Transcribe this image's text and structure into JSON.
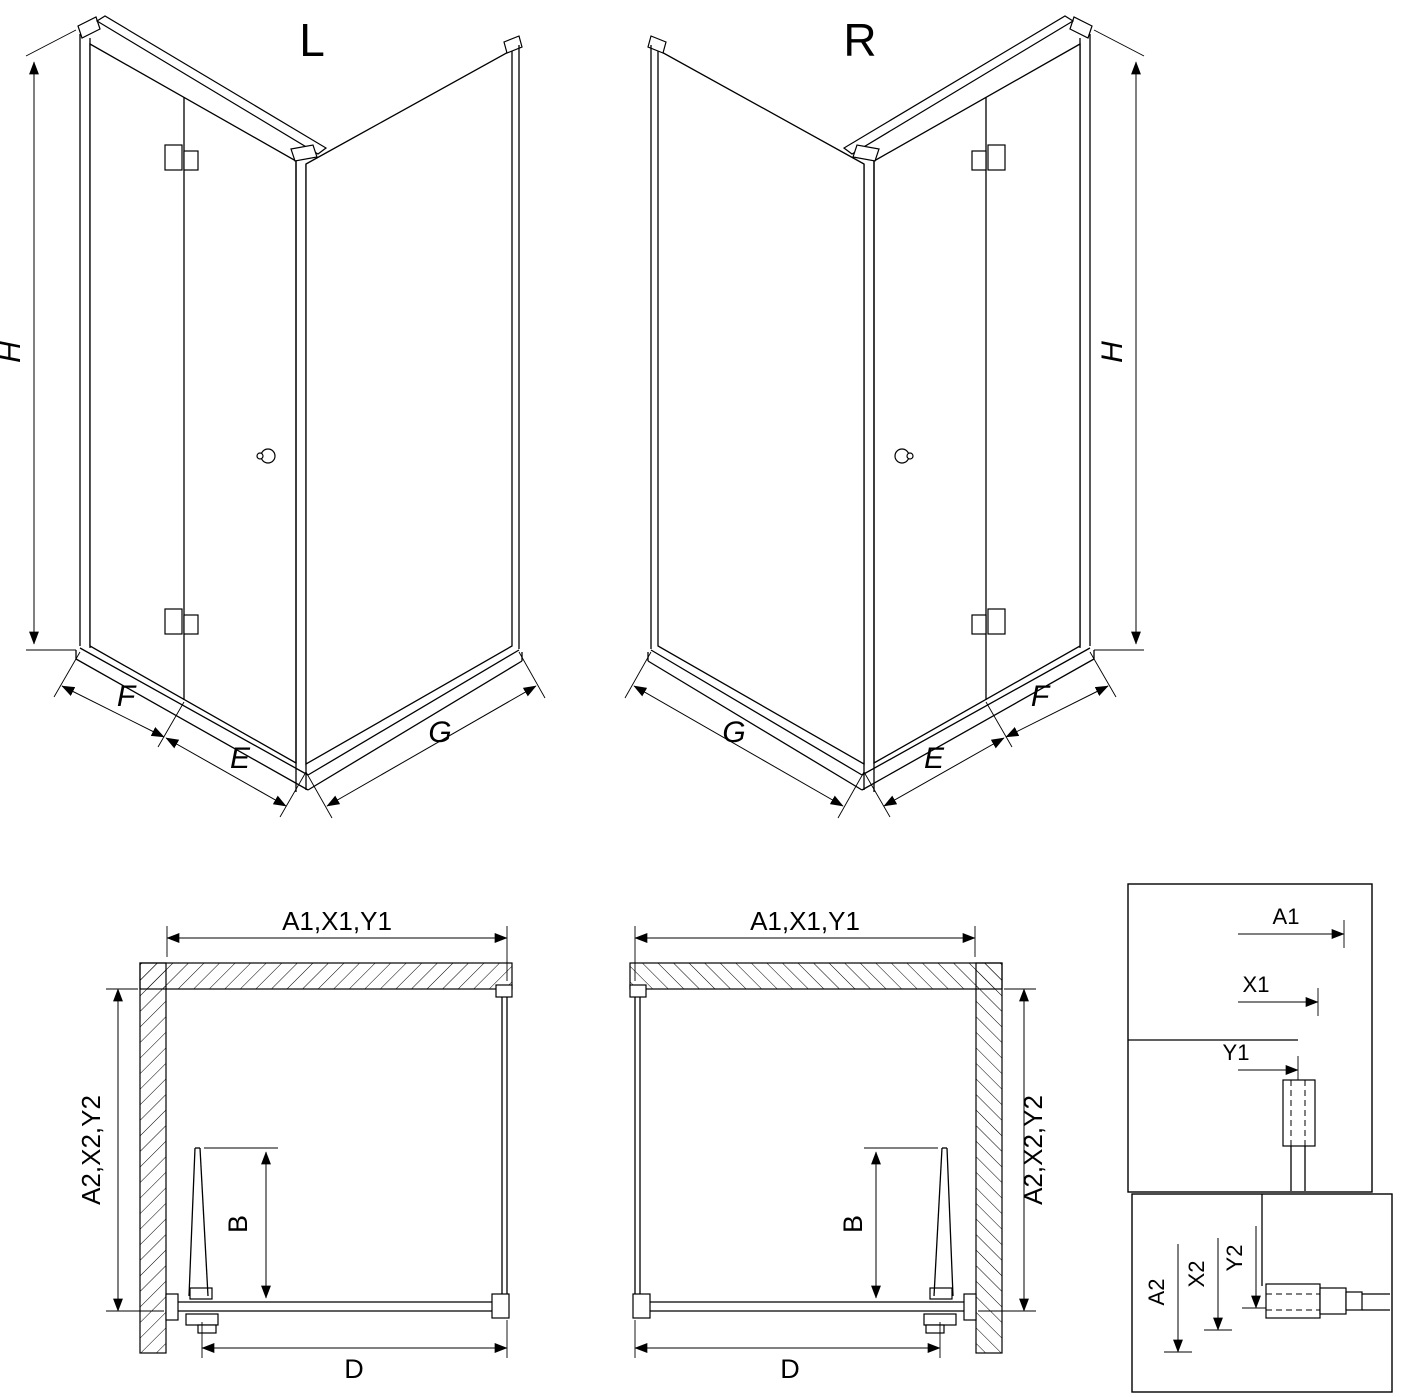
{
  "colors": {
    "line": "#000000",
    "background": "#ffffff"
  },
  "views": {
    "iso_left": {
      "label": "L",
      "height": "H",
      "width_fixed": "F",
      "width_door": "E",
      "width_side": "G"
    },
    "iso_right": {
      "label": "R",
      "height": "H",
      "width_fixed": "F",
      "width_door": "E",
      "width_side": "G"
    },
    "plan_left": {
      "width_top": "A1,X1,Y1",
      "depth_side": "A2,X2,Y2",
      "door_opening": "B",
      "entry_width": "D"
    },
    "plan_right": {
      "width_top": "A1,X1,Y1",
      "depth_side": "A2,X2,Y2",
      "door_opening": "B",
      "entry_width": "D"
    },
    "detail_width": {
      "a1": "A1",
      "x1": "X1",
      "y1": "Y1"
    },
    "detail_depth": {
      "a2": "A2",
      "x2": "X2",
      "y2": "Y2"
    }
  }
}
